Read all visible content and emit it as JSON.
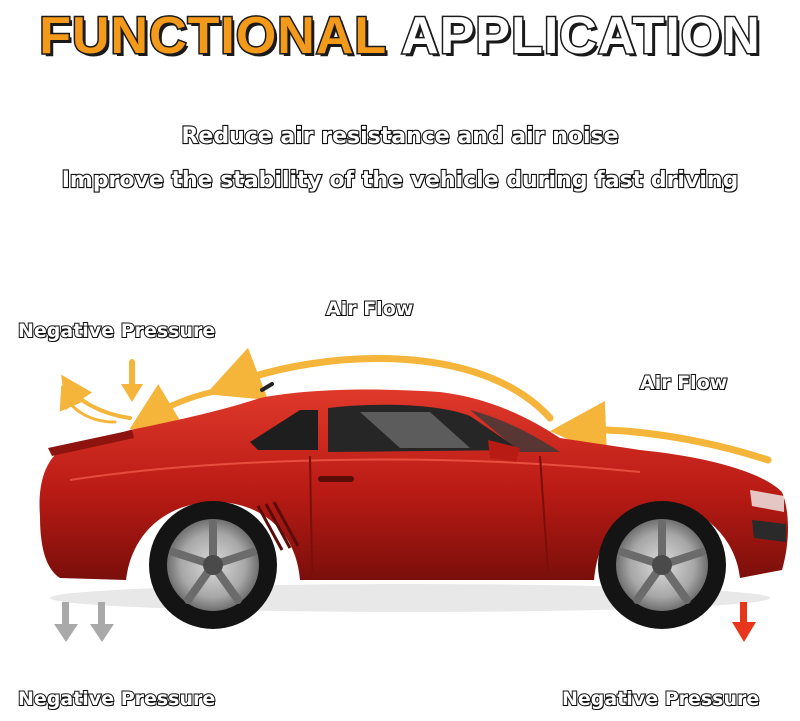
{
  "headline": {
    "word1": "FUNCTIONAL",
    "word2": "APPLICATION"
  },
  "subtitle": {
    "line1": "Reduce air resistance and air noise",
    "line2": "Improve the stability of the vehicle during fast driving"
  },
  "labels": {
    "air_flow_top": "Air Flow",
    "air_flow_right": "Air Flow",
    "negative_pressure_top_left": "Negative Pressure",
    "negative_pressure_bottom_left": "Negative Pressure",
    "negative_pressure_bottom_right": "Negative Pressure"
  },
  "colors": {
    "accent_orange": "#f39a1b",
    "flow_yellow": "#f4b53a",
    "car_red": "#c8211b",
    "arrow_red": "#e8361c",
    "arrow_gray": "#a9a9a9"
  }
}
